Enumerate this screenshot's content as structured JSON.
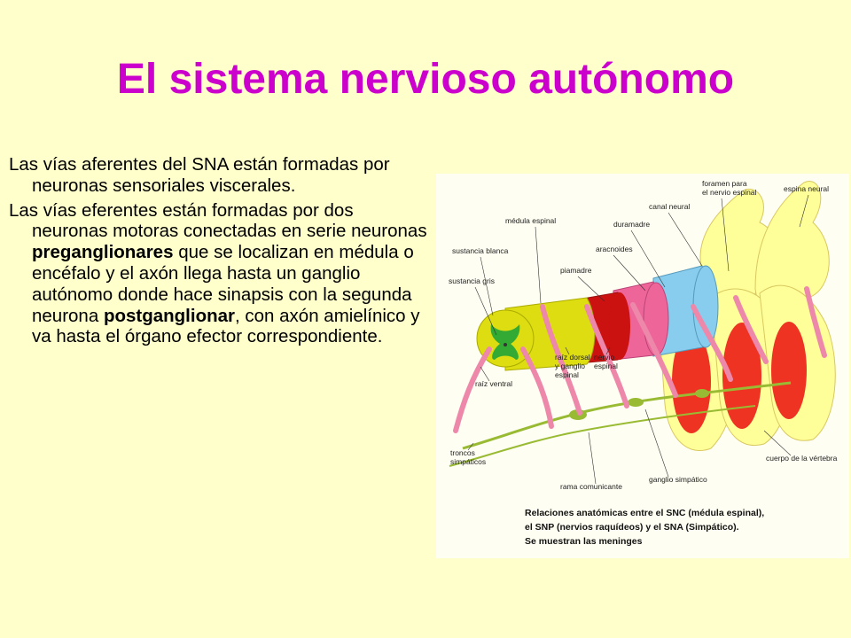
{
  "slide": {
    "title": "El sistema nervioso autónomo",
    "paragraph1": "Las vías aferentes del SNA están formadas por neuronas sensoriales viscerales.",
    "paragraph2": {
      "part1": "Las vías eferentes están formadas por dos neuronas motoras conectadas en serie neuronas ",
      "bold1": "preganglionares",
      "part2": " que se localizan en médula o encéfalo y el axón llega hasta un ganglio autónomo donde hace sinapsis con la segunda neurona ",
      "bold2": "postganglionar",
      "part3": ", con axón amielínico y va hasta el órgano efector correspondiente."
    }
  },
  "figure": {
    "labels": {
      "foramen_1": "foramen para",
      "foramen_2": "el nervio espinal",
      "espina_neural": "espina neural",
      "canal_neural": "canal neural",
      "medula_espinal": "médula espinal",
      "duramadre": "duramadre",
      "sustancia_blanca": "sustancia blanca",
      "aracnoides": "aracnoides",
      "piamadre": "piamadre",
      "sustancia_gris": "sustancia gris",
      "raiz_dorsal_1": "raíz dorsal",
      "raiz_dorsal_2": "y ganglio",
      "raiz_dorsal_3": "espinal",
      "nervio_espinal_1": "nervio",
      "nervio_espinal_2": "espinal",
      "raiz_ventral": "raíz ventral",
      "troncos_1": "troncos",
      "troncos_2": "simpáticos",
      "rama_comunicante": "rama comunicante",
      "ganglio_simpatico": "ganglio simpático",
      "cuerpo_vertebra": "cuerpo de la vértebra"
    },
    "caption": {
      "line1": "Relaciones anatómicas entre el SNC (médula espinal),",
      "line2": "el SNP (nervios raquídeos)  y el SNA (Simpático).",
      "line3": "Se muestran las meninges"
    },
    "colors": {
      "vertebra": "#ffff99",
      "vertebra_body": "#ee3322",
      "dura": "#88ccee",
      "arachnoid": "#ee6699",
      "pia": "#cc1111",
      "cord": "#dddd11",
      "gray_matter": "#33aa33",
      "nerves": "#ee88aa",
      "sympathetic": "#99bb33"
    }
  }
}
